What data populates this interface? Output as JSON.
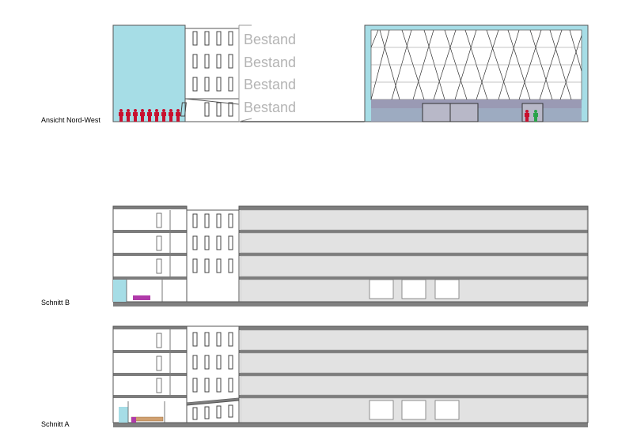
{
  "views": [
    {
      "id": "elevation",
      "label": "Ansicht Nord-West"
    },
    {
      "id": "section-b",
      "label": "Schnitt B"
    },
    {
      "id": "section-a",
      "label": "Schnitt A"
    }
  ],
  "existing_label": "Bestand",
  "colors": {
    "glass": "#a6dde6",
    "ground": "#808080",
    "slab": "#7d7d7d",
    "interior": "#e2e2e2",
    "figure_red": "#c8102e",
    "figure_green": "#2aa34a",
    "accent_purple": "#b03aa9",
    "facade_band": "#9a9ab4"
  }
}
